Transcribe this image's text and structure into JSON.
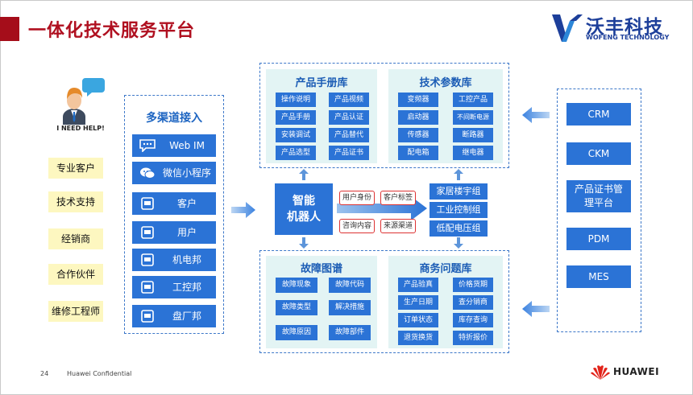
{
  "slide": {
    "title": "一体化技术服务平台",
    "company_name": "沃丰科技",
    "company_en": "WOFENG TECHNOLOGY",
    "help_text": "I NEED HELP!",
    "page_number": "24",
    "confidential": "Huawei Confidential",
    "footer_brand": "HUAWEI",
    "accent_red": "#a50d1a",
    "accent_blue": "#2b73d6"
  },
  "customers": [
    "专业客户",
    "技术支持",
    "经销商",
    "合作伙伴",
    "维修工程师"
  ],
  "channels": {
    "title": "多渠道接入",
    "items": [
      {
        "label": "Web IM",
        "icon": "chat-icon"
      },
      {
        "label": "微信小程序",
        "icon": "wechat-icon"
      },
      {
        "label": "客户",
        "icon": "phone-icon"
      },
      {
        "label": "用户",
        "icon": "phone-icon"
      },
      {
        "label": "机电邦",
        "icon": "phone-icon"
      },
      {
        "label": "工控邦",
        "icon": "phone-icon"
      },
      {
        "label": "盘厂邦",
        "icon": "phone-icon"
      }
    ]
  },
  "manual_lib": {
    "title": "产品手册库",
    "items": [
      "操作说明",
      "产品视频",
      "产品手册",
      "产品认证",
      "安装调试",
      "产品替代",
      "产品选型",
      "产品证书"
    ]
  },
  "param_lib": {
    "title": "技术参数库",
    "items": [
      "变频器",
      "工控产品",
      "启动器",
      "不间断电源",
      "传感器",
      "断路器",
      "配电箱",
      "继电器"
    ]
  },
  "fault_lib": {
    "title": "故障图谱",
    "items": [
      "故障现象",
      "故障代码",
      "故障类型",
      "解决措施",
      "故障原因",
      "故障部件"
    ]
  },
  "biz_lib": {
    "title": "商务问题库",
    "items": [
      "产品验真",
      "价格货期",
      "生产日期",
      "查分销商",
      "订单状态",
      "库存查询",
      "退货换货",
      "特折报价"
    ]
  },
  "robot": {
    "line1": "智能",
    "line2": "机器人"
  },
  "tags": [
    "用户身份",
    "客户标签",
    "咨询内容",
    "来源渠道"
  ],
  "groups": [
    "家居楼宇组",
    "工业控制组",
    "低配电压组"
  ],
  "systems": [
    "CRM",
    "CKM",
    "产品证书管理平台",
    "PDM",
    "MES"
  ]
}
